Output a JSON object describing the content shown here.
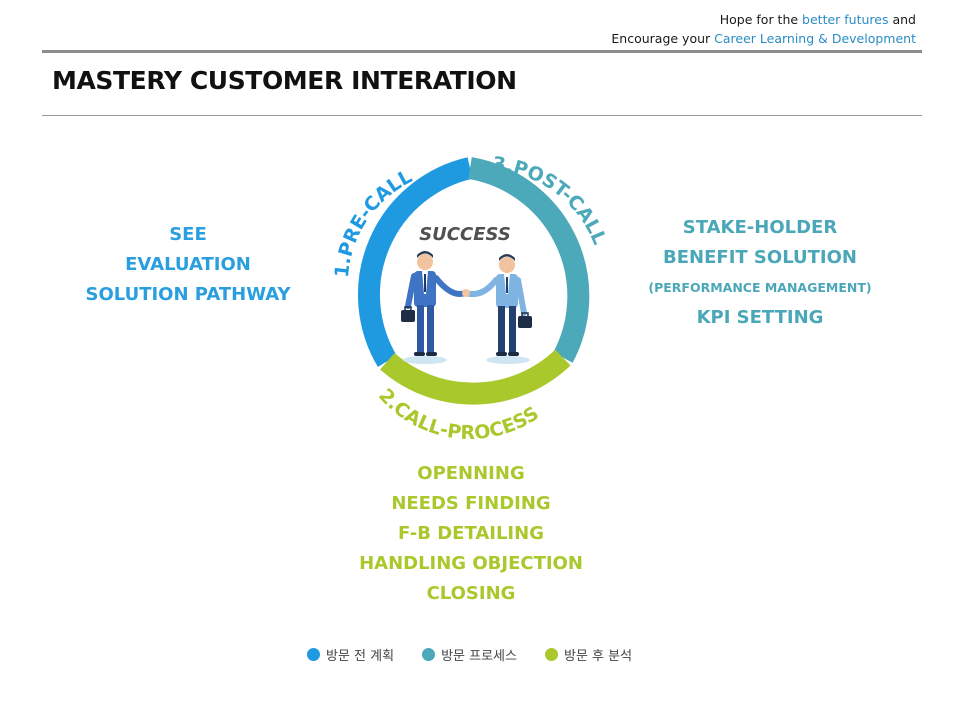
{
  "header": {
    "tagline_line1_prefix": "Hope for the ",
    "tagline_line1_highlight": "better futures",
    "tagline_line1_suffix": " and",
    "tagline_line2_prefix": "Encourage your ",
    "tagline_line2_highlight": "Career Learning & Development"
  },
  "page": {
    "title": "MASTERY CUSTOMER INTERATION"
  },
  "cycle": {
    "center_label": "SUCCESS",
    "segments": [
      {
        "id": "pre",
        "label": "1.PRE-CALL",
        "color": "#1f9ae0"
      },
      {
        "id": "post",
        "label": "3.POST-CALL",
        "color": "#4ba9b9"
      },
      {
        "id": "process",
        "label": "2.CALL-PROCESS",
        "color": "#a8c82c"
      }
    ]
  },
  "left_block": {
    "lines": [
      "SEE",
      "EVALUATION",
      "SOLUTION PATHWAY"
    ],
    "color": "#2a9fe0"
  },
  "right_block": {
    "lines": [
      "STAKE-HOLDER",
      "BENEFIT SOLUTION",
      "(PERFORMANCE MANAGEMENT)",
      "KPI SETTING"
    ],
    "color": "#4aa7b8"
  },
  "bottom_block": {
    "lines": [
      "OPENNING",
      "NEEDS FINDING",
      "F-B DETAILING",
      "HANDLING OBJECTION",
      "CLOSING"
    ],
    "color": "#a8c82c"
  },
  "legend": [
    {
      "label": "방문 전 계획",
      "color": "#1f9ae0"
    },
    {
      "label": "방문 프로세스",
      "color": "#4ba9b9"
    },
    {
      "label": "방문 후 분석",
      "color": "#a8c82c"
    }
  ]
}
